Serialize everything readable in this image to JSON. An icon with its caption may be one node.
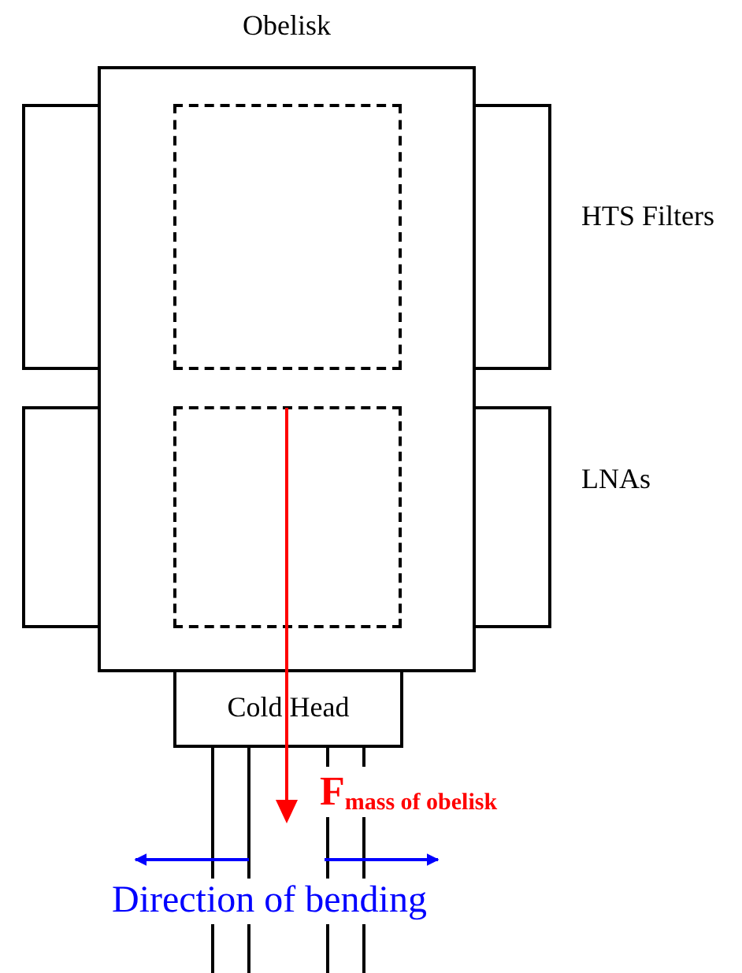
{
  "diagram": {
    "nodes": [
      {
        "text": [
          "Obelisk"
        ]
      },
      {
        "text": [],
        "shape": "box"
      },
      {
        "text": [],
        "shape": "box",
        "in": 0
      },
      {
        "text": [],
        "shape": "box"
      },
      {
        "text": [],
        "shape": "box"
      },
      {
        "text": [],
        "shape": "box",
        "in": 0
      },
      {
        "text": [],
        "shape": "box"
      },
      {
        "text": [
          "Cold Head"
        ]
      },
      {
        "text": [],
        "shape": "bar"
      },
      {
        "text": [],
        "shape": "bar"
      }
    ],
    "labels": [
      "HTS Filters",
      "LNAs",
      "F$_{mass of obelisk}$",
      "Direction of bending"
    ]
  }
}
